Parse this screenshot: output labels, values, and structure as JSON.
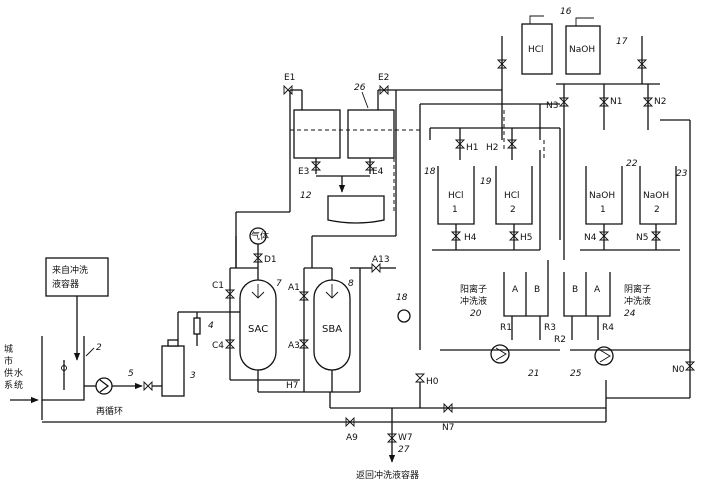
{
  "labels": {
    "city_water": "城市供水系统",
    "city_water_lines": [
      "城",
      "市",
      "供",
      "水",
      "系",
      "统"
    ],
    "from_rinse_container": [
      "来自冲洗",
      "液容器"
    ],
    "recirc_loop": "再循环",
    "return_rinse": "返回冲洗液容器",
    "cation_rinse": [
      "阳离子",
      "冲洗液"
    ],
    "anion_rinse": [
      "阴离子",
      "冲洗液"
    ],
    "air": "气体"
  },
  "vessels": {
    "sac": "SAC",
    "sba": "SBA",
    "hcl1": [
      "HCl",
      "1"
    ],
    "hcl2": [
      "HCl",
      "2"
    ],
    "naoh1": [
      "NaOH",
      "1"
    ],
    "naoh2": [
      "NaOH",
      "2"
    ],
    "hcl_bottle": "HCl",
    "naoh_bottle": "NaOH",
    "rinse_a1": "A",
    "rinse_b1": "B",
    "rinse_b2": "B",
    "rinse_a2": "A"
  },
  "valves": {
    "E1": "E1",
    "E2": "E2",
    "E3": "E3",
    "E4": "E4",
    "C1": "C1",
    "C4": "C4",
    "A1": "A1",
    "A3": "A3",
    "A9": "A9",
    "A13": "A13",
    "H0": "H0",
    "H1": "H1",
    "H2": "H2",
    "H4": "H4",
    "H5": "H5",
    "H7": "H7",
    "N0": "N0",
    "N1": "N1",
    "N2": "N2",
    "N3": "N3",
    "N4": "N4",
    "N5": "N5",
    "N7": "N7",
    "R1": "R1",
    "R2": "R2",
    "R3": "R3",
    "R4": "R4",
    "D1": "D1",
    "W7": "W7"
  },
  "refs": {
    "r2": "2",
    "r3": "3",
    "r4": "4",
    "r5": "5",
    "r7": "7",
    "r8": "8",
    "r12": "12",
    "r16": "16",
    "r17": "17",
    "r18": "18",
    "r19": "19",
    "r20": "20",
    "r21": "21",
    "r22": "22",
    "r23": "23",
    "r24": "24",
    "r25": "25",
    "r26": "26",
    "r27": "27"
  }
}
